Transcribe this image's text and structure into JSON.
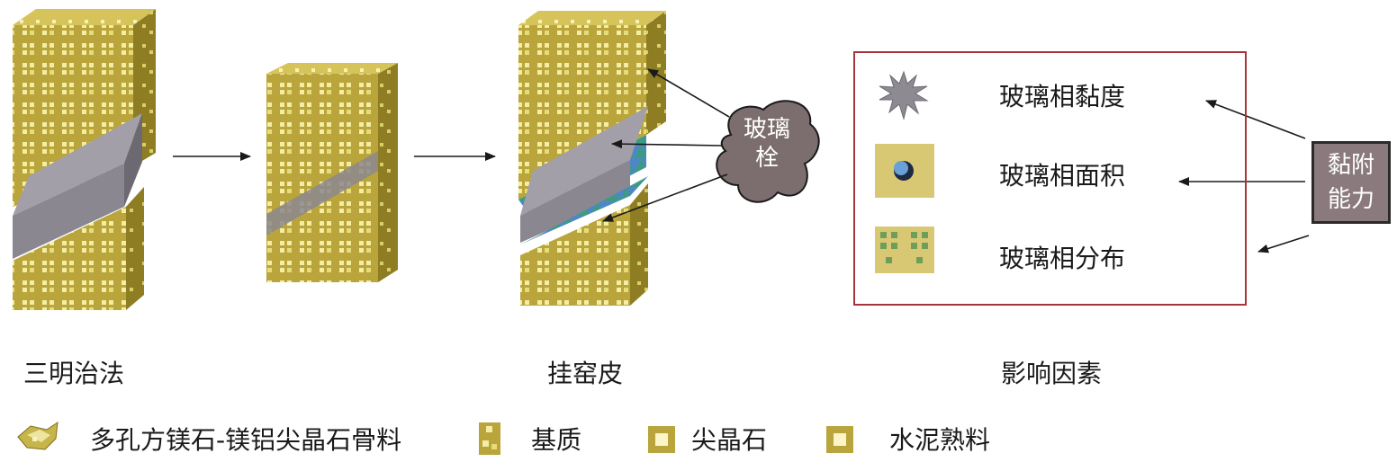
{
  "stages": {
    "stage_1_label": "三明治法",
    "stage_2_label": "挂窑皮",
    "stage_3_label": "影响因素"
  },
  "glass_plug": {
    "line1": "玻璃",
    "line2": "栓"
  },
  "factors": [
    {
      "label": "玻璃相黏度",
      "icon": "star-burst-icon"
    },
    {
      "label": "玻璃相面积",
      "icon": "glass-area-icon"
    },
    {
      "label": "玻璃相分布",
      "icon": "glass-distribution-icon"
    }
  ],
  "adhesion": {
    "line1": "黏附",
    "line2": "能力"
  },
  "legend": [
    {
      "label": "多孔方镁石-镁铝尖晶石骨料",
      "icon": "aggregate-icon"
    },
    {
      "label": "基质",
      "icon": "matrix-icon"
    },
    {
      "label": "尖晶石",
      "icon": "spinel-icon"
    },
    {
      "label": "水泥熟料",
      "icon": "cement-clinker-icon"
    }
  ],
  "colors": {
    "brick_front": "#b9a53b",
    "brick_side": "#8e7d22",
    "brick_top": "#d6c35a",
    "slag_gray": "#8b8791",
    "glass_blue": "#4f86c8",
    "factor_box_border": "#a8343c",
    "adhesion_box_fill": "#8a7a7d",
    "glass_plug_fill": "#7c6d6e"
  }
}
